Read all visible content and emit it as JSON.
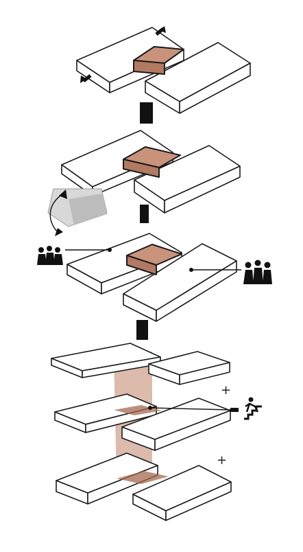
{
  "figure": {
    "stages": [
      {
        "id": "stage-1"
      },
      {
        "id": "stage-2"
      },
      {
        "id": "stage-3"
      },
      {
        "id": "stage-4"
      }
    ],
    "plus_signs": [
      "+",
      "+"
    ],
    "colors": {
      "connector": "#c9937b",
      "connector_side": "#b27a62",
      "core": "#c08468",
      "outline": "#1a1a1a"
    },
    "icons": [
      "expand-arrow-icon",
      "rotate-arrow-icon",
      "people-group-icon",
      "stair-runner-icon",
      "sequence-step-marker"
    ]
  }
}
